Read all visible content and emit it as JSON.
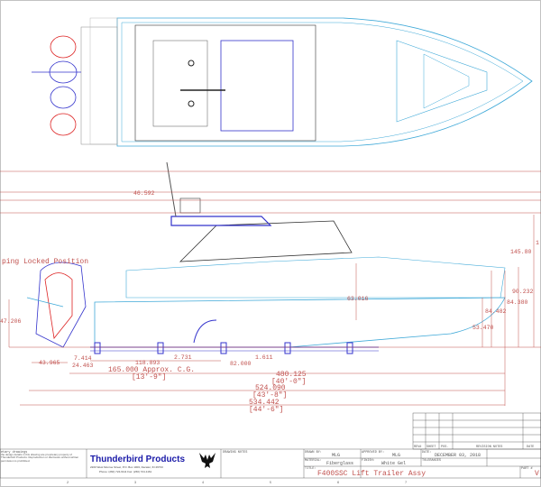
{
  "drawing": {
    "view_label": "ping Locked Position",
    "dimensions": {
      "d46_592": "46.592",
      "d47_206": "47.206",
      "d43_965": "43.965",
      "d7_414": "7.414",
      "d24_463": "24.463",
      "d118_893": "118.893",
      "d2_731": "2.731",
      "d82_000": "82.000",
      "d1_611": "1.611",
      "cg": "165.000 Approx. C.G.",
      "cg_ft": "[13'-9\"]",
      "d480_125": "480.125",
      "d480_ft": "[40'-0\"]",
      "d524_090": "524.090",
      "d524_ft": "[43'-8\"]",
      "d534_442": "534.442",
      "d534_ft": "[44'-6\"]",
      "d63_016": "63.016",
      "d53_470": "53.470",
      "d84_482": "84.482",
      "d84_380": "84.380",
      "d90_232": "90.232",
      "d145_8": "145.80",
      "d1_top": "1"
    },
    "zone_numbers": [
      "2",
      "3",
      "4",
      "5",
      "6",
      "7"
    ]
  },
  "revision_table": {
    "headers": [
      "REV#",
      "SHEET",
      "POS.",
      "REVISION NOTES",
      "DATE"
    ]
  },
  "title_block": {
    "notes_title": "etary drawings",
    "notes_text": "the design details in this drawing are proprietary property of Thunderbird Products. Reproduction or disclosure without written permission is prohibited.",
    "company": "Thunderbird Products",
    "address": "2200 West Monroe Street, P.O. Box 1003, Decatur, IN 46733",
    "phone": "Phone: (260) 724-9111  Fax: (260) 724-1161",
    "drawing_notes_label": "DRAWING NOTES",
    "drawn_by_label": "DRAWN BY:",
    "drawn_by": "MLG",
    "approved_by_label": "APPROVED BY:",
    "approved_by": "MLG",
    "date_label": "DATE:",
    "date": "DECEMBER 03, 2018",
    "material_label": "MATERIAL:",
    "material": "Fiberglass",
    "finish_label": "FINISH:",
    "finish": "White Gel",
    "tolerances_label": "TOLERANCES",
    "title_label": "TITLE:",
    "title": "F400SSC Lift Trailer Assy",
    "part_label": "PART #",
    "part": "V"
  },
  "colors": {
    "dimension": "#c0504d",
    "hull": "#3fa9d8",
    "trailer": "#3333cc",
    "engine_red": "#dd2222",
    "brand": "#1a1aa8"
  }
}
